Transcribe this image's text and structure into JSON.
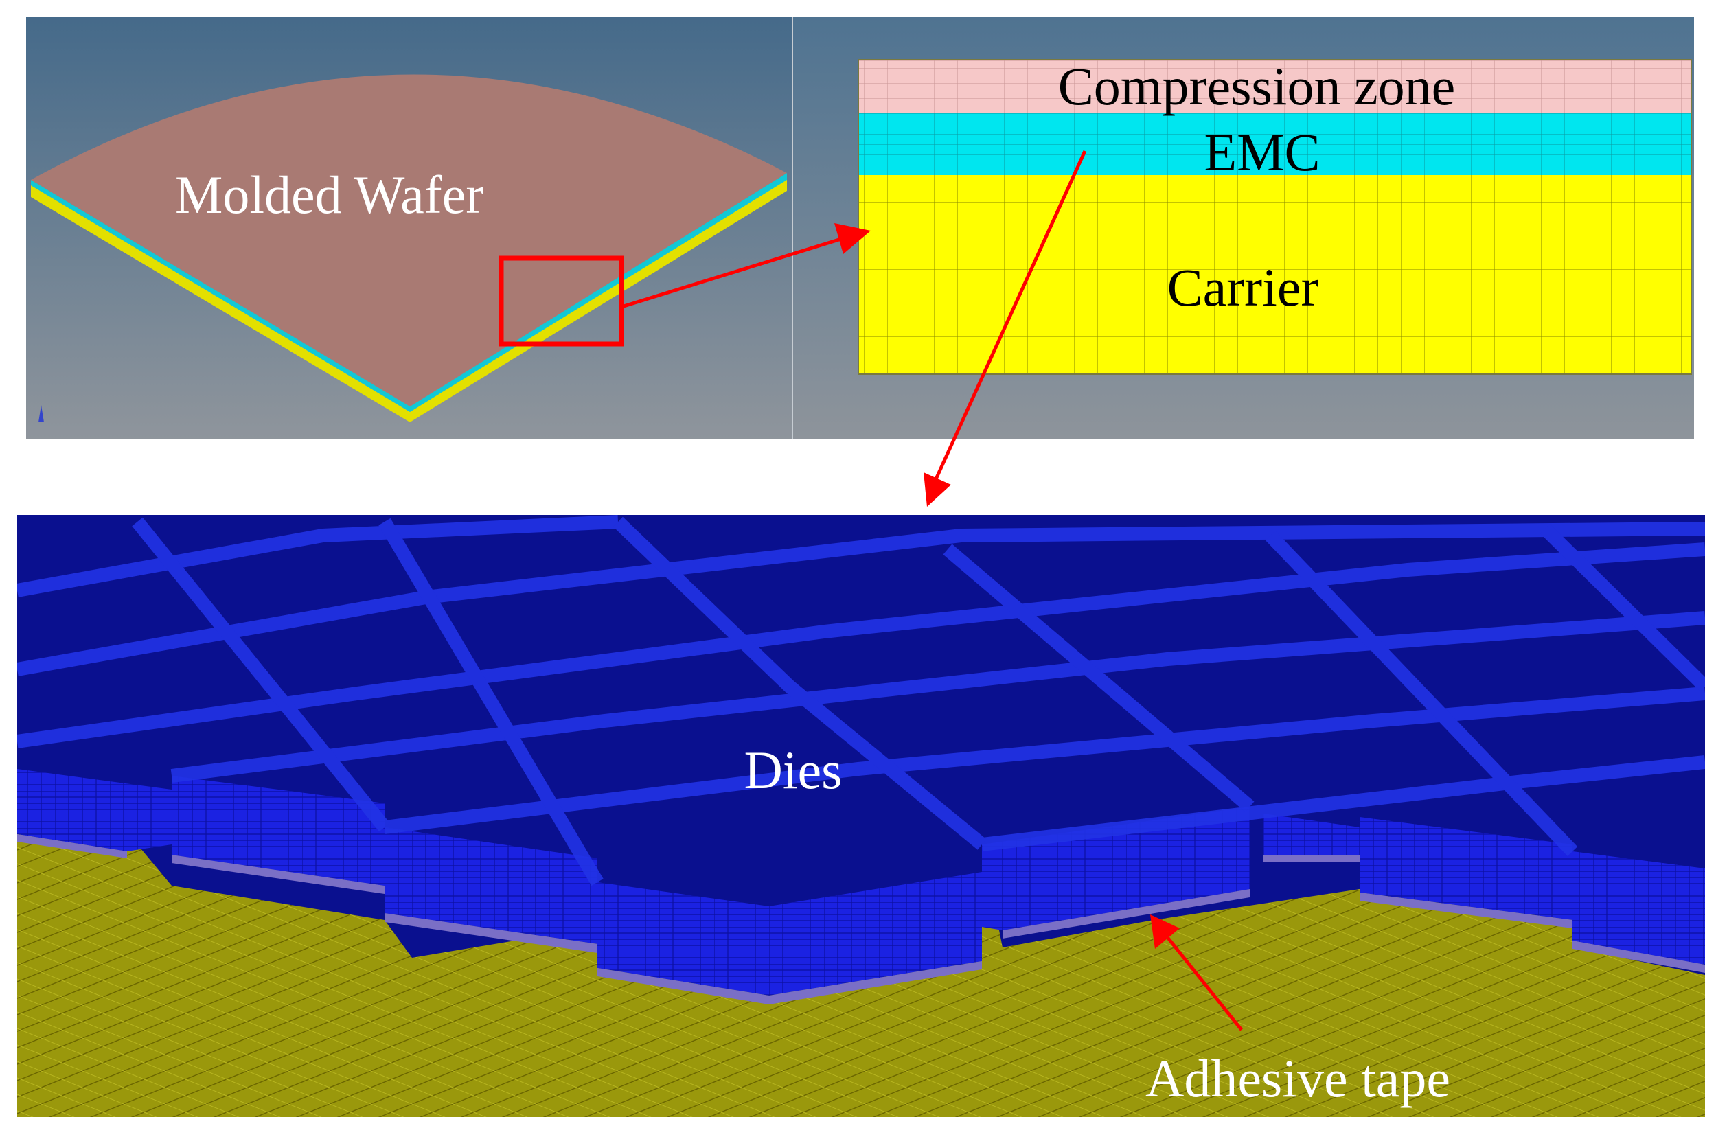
{
  "labels": {
    "molded_wafer": "Molded Wafer",
    "compression_zone": "Compression zone",
    "emc": "EMC",
    "carrier": "Carrier",
    "dies": "Dies",
    "adhesive_tape": "Adhesive tape"
  },
  "colors": {
    "wafer": "#a97a73",
    "emc": "#00e6ef",
    "carrier": "#ffff00",
    "compression": "#f6c8c8",
    "die_top": "#060a7a",
    "die_side": "#1a1ee0",
    "tape_ground": "#9c9a0a",
    "annotation": "#ff0000"
  }
}
